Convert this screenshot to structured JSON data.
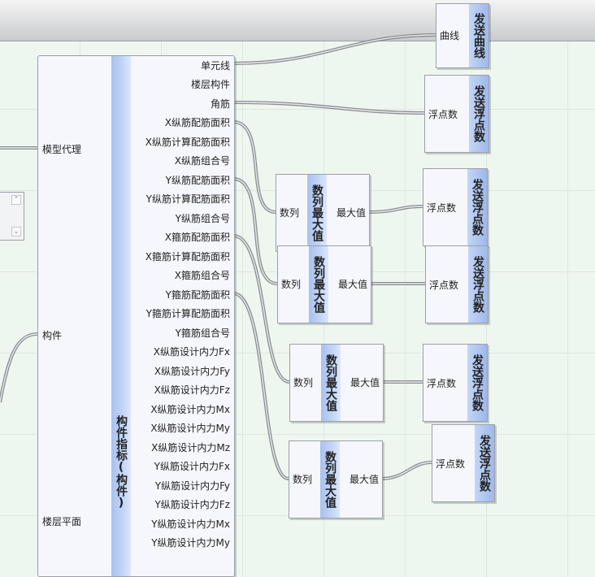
{
  "canvas": {
    "background": "#eef6f0"
  },
  "main_component": {
    "title": "构件指标(构件)",
    "inputs": [
      "模型代理",
      "构件",
      "楼层平面"
    ],
    "outputs": [
      "单元线",
      "楼层构件",
      "角筋",
      "X纵筋配筋面积",
      "X纵筋计算配筋面积",
      "X纵筋组合号",
      "Y纵筋配筋面积",
      "Y纵筋计算配筋面积",
      "Y纵筋组合号",
      "X箍筋配筋面积",
      "X箍筋计算配筋面积",
      "X箍筋组合号",
      "Y箍筋配筋面积",
      "Y箍筋计算配筋面积",
      "Y箍筋组合号",
      "X纵筋设计内力Fx",
      "X纵筋设计内力Fy",
      "X纵筋设计内力Fz",
      "X纵筋设计内力Mx",
      "X纵筋设计内力My",
      "X纵筋设计内力Mz",
      "Y纵筋设计内力Fx",
      "Y纵筋设计内力Fy",
      "Y纵筋设计内力Fz",
      "Y纵筋设计内力Mx",
      "Y纵筋设计内力My"
    ]
  },
  "max_nodes": [
    {
      "title": "数列最大值",
      "input": "数列",
      "output": "最大值"
    },
    {
      "title": "数列最大值",
      "input": "数列",
      "output": "最大值"
    },
    {
      "title": "数列最大值",
      "input": "数列",
      "output": "最大值"
    },
    {
      "title": "数列最大值",
      "input": "数列",
      "output": "最大值"
    }
  ],
  "send_nodes": [
    {
      "title": "发送曲线",
      "input": "曲线"
    },
    {
      "title": "发送浮点数",
      "input": "浮点数"
    },
    {
      "title": "发送浮点数",
      "input": "浮点数"
    },
    {
      "title": "发送浮点数",
      "input": "浮点数"
    },
    {
      "title": "发送浮点数",
      "input": "浮点数"
    },
    {
      "title": "发送浮点数",
      "input": "浮点数"
    }
  ],
  "slider": {
    "up_glyph": "⌃",
    "down_glyph": "⌄"
  }
}
